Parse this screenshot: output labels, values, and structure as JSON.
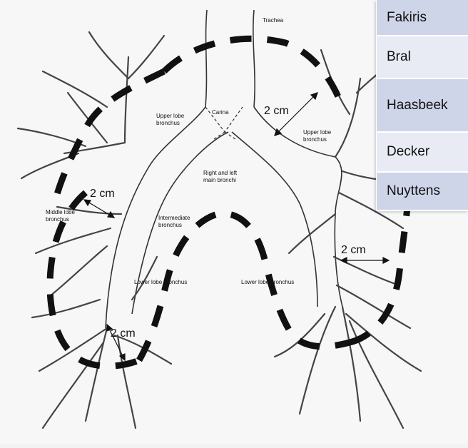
{
  "diagram": {
    "labels": {
      "trachea": "Trachea",
      "carina": "Carina",
      "upper_lobe_right": "Upper lobe\nbronchus",
      "upper_lobe_left": "Upper lobe\nbronchus",
      "main_bronchi": "Right and left\nmain bronchi",
      "intermediate": "Intermediate\nbronchus",
      "middle_lobe": "Middle lobe\nbronchus",
      "lower_lobe_right": "Lower lobe bronchus",
      "lower_lobe_left": "Lower lobe bronchus"
    },
    "distances": {
      "top_right": "2 cm",
      "middle_left": "2 cm",
      "bottom_left": "2 cm",
      "lower_right": "2 cm"
    }
  },
  "table": {
    "rows": [
      {
        "name": "Fakiris",
        "shade": "dark"
      },
      {
        "name": "Bral",
        "shade": "light"
      },
      {
        "name": "Haasbeek",
        "shade": "dark"
      },
      {
        "name": "Decker",
        "shade": "light"
      },
      {
        "name": "Nuyttens",
        "shade": "dark"
      }
    ]
  }
}
